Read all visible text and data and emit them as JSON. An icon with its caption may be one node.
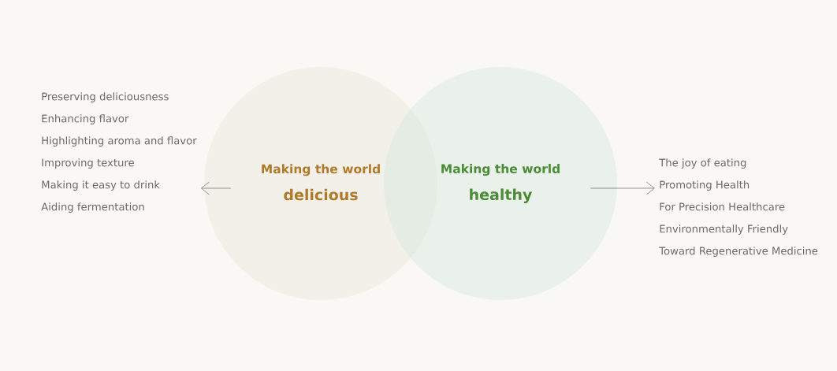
{
  "diagram": {
    "nodes": [
      {
        "text": [
          "Making the world",
          "delicious"
        ]
      },
      {
        "text": [
          "Making the world",
          "healthy"
        ]
      },
      {
        "text": [
          "Preserving deliciousness",
          "Enhancing flavor",
          "Highlighting aroma and flavor",
          "Improving texture",
          "Making it easy to drink",
          "Aiding fermentation"
        ]
      },
      {
        "text": [
          "The joy of eating",
          "Promoting Health",
          "For Precision Healthcare",
          "Environmentally Friendly",
          "Toward Regenerative Medicine"
        ]
      }
    ],
    "edges": [
      {
        "from": 0,
        "to": 2,
        "arrow": "to"
      },
      {
        "from": 1,
        "to": 3,
        "arrow": "to"
      }
    ]
  }
}
